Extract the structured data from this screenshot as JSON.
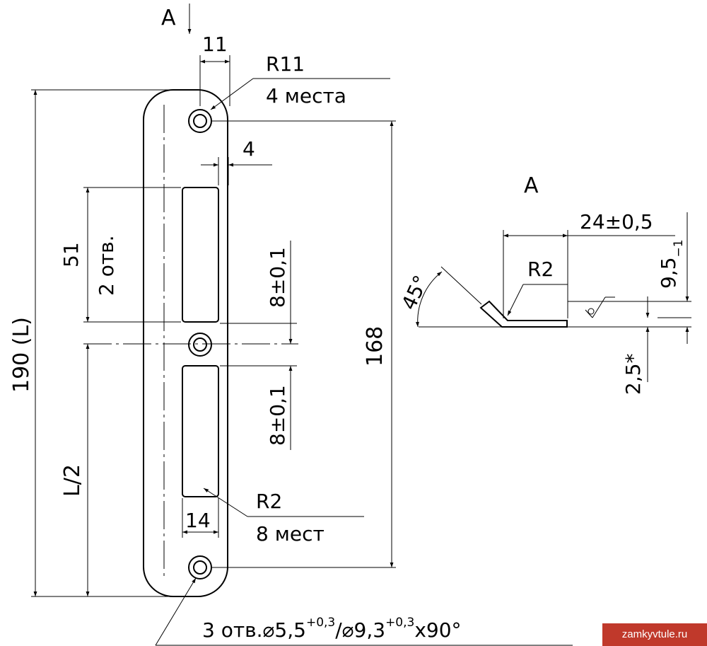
{
  "colors": {
    "line": "#000000",
    "paper": "#ffffff",
    "watermark_bg": "#c0392b",
    "watermark_text": "#ffffff"
  },
  "labels": {
    "view_marker": "A",
    "view_title": "A",
    "dim_width": "11",
    "corner_radius": "R11",
    "corner_count": "4 места",
    "edge_offset": "4",
    "slot_length": "51",
    "slot_count": "2 отв.",
    "overall_length": "190 (L)",
    "half_length": "L/2",
    "gap_top": "8±0,1",
    "gap_bottom": "8±0,1",
    "hole_spacing": "168",
    "slot_radius": "R2",
    "slot_radius_count": "8 мест",
    "slot_width": "14",
    "holes_note": "3 отв.⌀5,5",
    "holes_tol1": "+0,3",
    "holes_note2": "/⌀9,3",
    "holes_tol2": "+0,3",
    "holes_note3": "x90°",
    "angle": "45°",
    "flange_length": "24±0,5",
    "bend_radius": "R2",
    "height_base": "9,5",
    "height_tol": "−1",
    "thickness": "2,5*"
  },
  "watermark": {
    "text": "zamkyvtule.ru"
  }
}
